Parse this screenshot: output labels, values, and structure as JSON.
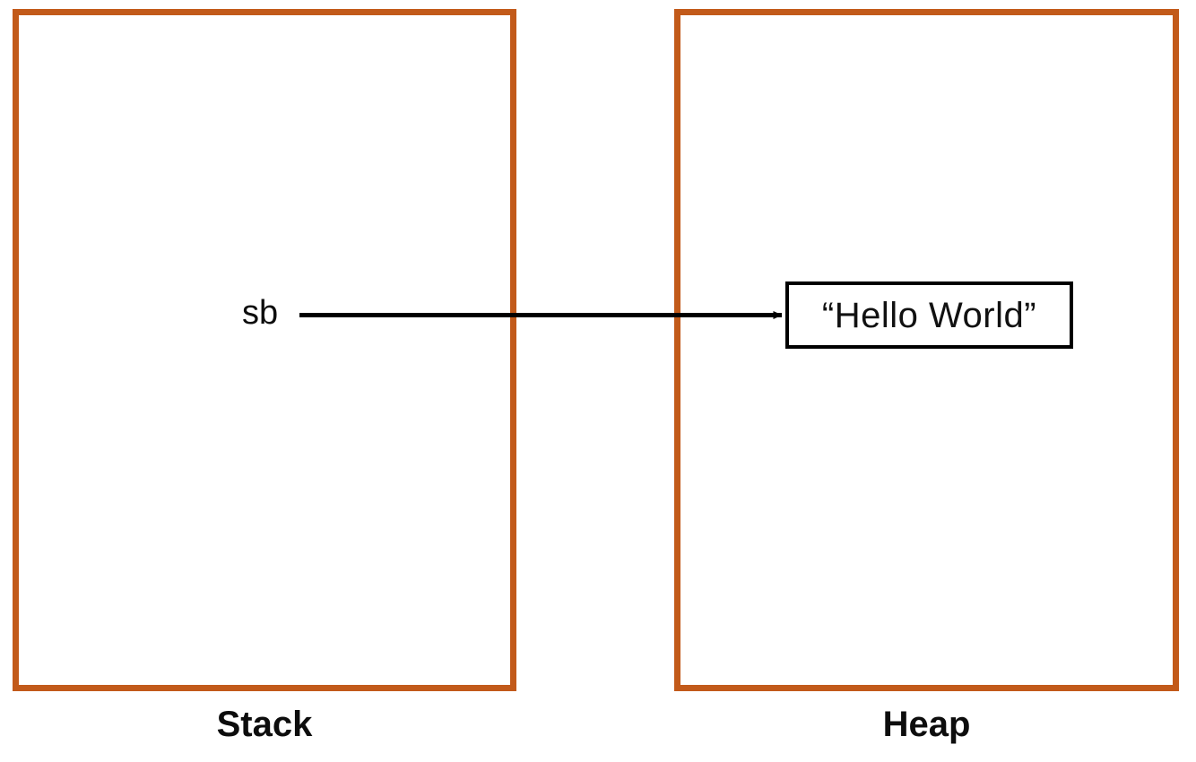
{
  "diagram": {
    "title_implied": "Stack and Heap memory reference diagram",
    "background_color": "#ffffff",
    "region_border_color": "#c25a1a",
    "line_color": "#000000",
    "regions": [
      {
        "key": "stack",
        "caption": "Stack",
        "border_color": "#c25a1a"
      },
      {
        "key": "heap",
        "caption": "Heap",
        "border_color": "#c25a1a"
      }
    ],
    "stack": {
      "variable_label": "sb"
    },
    "heap": {
      "object_value": "“Hello World”",
      "object_border_color": "#000000"
    },
    "arrow": {
      "label": "",
      "from": "sb",
      "to": "“Hello World”",
      "color": "#000000",
      "direction": "right"
    }
  }
}
